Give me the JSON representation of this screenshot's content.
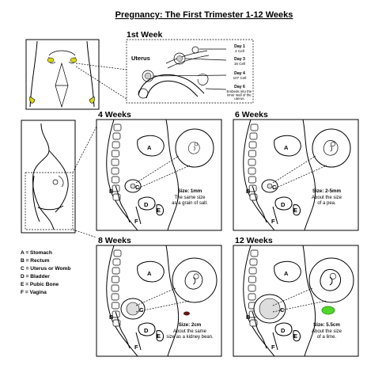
{
  "title": "Pregnancy: The First Trimester 1-12 Weeks",
  "first_week": {
    "heading": "1st Week",
    "uterus_label": "Uterus",
    "days": [
      {
        "day": "Day 1",
        "detail": "2 Cell"
      },
      {
        "day": "Day 3",
        "detail": "16 Cell"
      },
      {
        "day": "Day 4",
        "detail": "107 Cell"
      },
      {
        "day": "Day 6",
        "detail": "Embeds into the inner wall of the uterus."
      }
    ]
  },
  "panels": [
    {
      "week": "4 Weeks",
      "size": "Size: 1mm",
      "desc_lines": [
        "The same size",
        "as a grain of salt."
      ]
    },
    {
      "week": "6 Weeks",
      "size": "Size: 2-5mm",
      "desc_lines": [
        "About the size",
        "of a pea."
      ]
    },
    {
      "week": "8 Weeks",
      "size": "Size: 2cm",
      "desc_lines": [
        "About the same",
        "size as a kidney bean."
      ]
    },
    {
      "week": "12 Weeks",
      "size": "Size: 5.5cm",
      "desc_lines": [
        "About the size",
        "of a lime."
      ]
    }
  ],
  "organ_letters": [
    "A",
    "B",
    "C",
    "D",
    "E",
    "F"
  ],
  "legend": [
    "A = Stomach",
    "B = Rectum",
    "C = Uterus or Womb",
    "D = Bladder",
    "E = Pubic Bone",
    "F = Vagina"
  ],
  "colors": {
    "bean": "#5a1a1a",
    "lime": "#4fd62a",
    "ovary": "#d6d616"
  }
}
